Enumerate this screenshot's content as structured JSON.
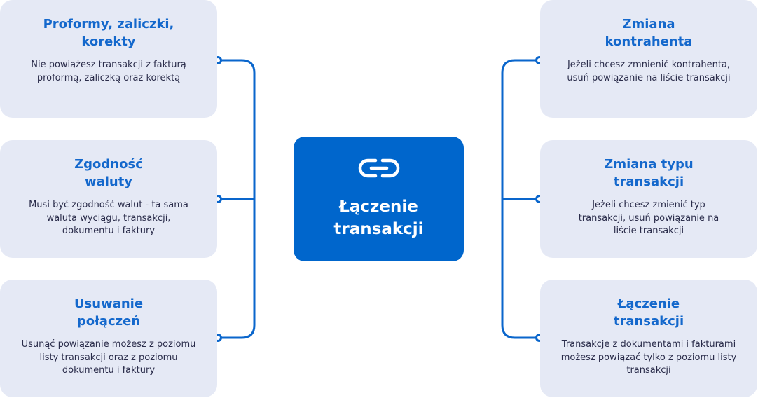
{
  "center": {
    "title_line1": "Łączenie",
    "title_line2": "transakcji",
    "icon": "link-icon"
  },
  "left": [
    {
      "title": "Proformy, zaliczki, korekty",
      "text": "Nie powiążesz transakcji z fakturą proformą, zaliczką oraz korektą"
    },
    {
      "title": "Zgodność waluty",
      "text": "Musi być zgodność walut - ta sama waluta wyciągu, transakcji, dokumentu i faktury"
    },
    {
      "title": "Usuwanie połączeń",
      "text": "Usunąć powiązanie możesz z poziomu listy transakcji oraz z poziomu dokumentu i faktury"
    }
  ],
  "right": [
    {
      "title": "Zmiana kontrahenta",
      "text": "Jeżeli chcesz zmnienić kontrahenta, usuń powiązanie na liście transakcji"
    },
    {
      "title": "Zmiana typu transakcji",
      "text": "Jeżeli chcesz zmienić typ transakcji, usuń powiązanie na liście transakcji"
    },
    {
      "title": "Łączenie transakcji",
      "text": "Transakcje z dokumentami i fakturami możesz powiązać tylko z poziomu listy transakcji"
    }
  ],
  "colors": {
    "accent": "#0066cc",
    "card": "#e5e9f5",
    "title": "#1468cc",
    "text": "#2a2c4a"
  }
}
